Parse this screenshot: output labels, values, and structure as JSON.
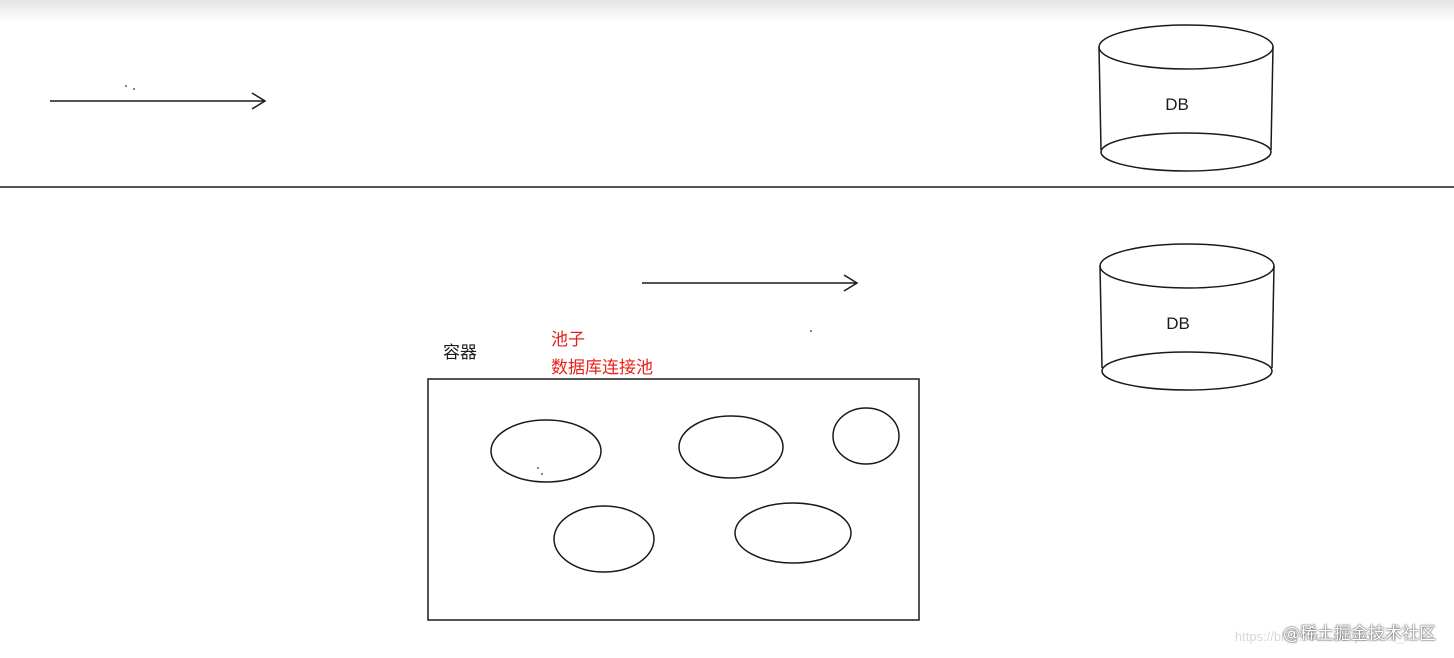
{
  "diagram": {
    "top_db_label": "DB",
    "bottom_db_label": "DB",
    "container_label": "容器",
    "pool_label": "池子",
    "pool_full_label": "数据库连接池"
  },
  "colors": {
    "ink": "#1a1a1a",
    "annotation_red": "#e8201a"
  },
  "watermark": {
    "text": "@稀土掘金技术社区",
    "url": "https://blog.csdn.net/jiandan_"
  }
}
